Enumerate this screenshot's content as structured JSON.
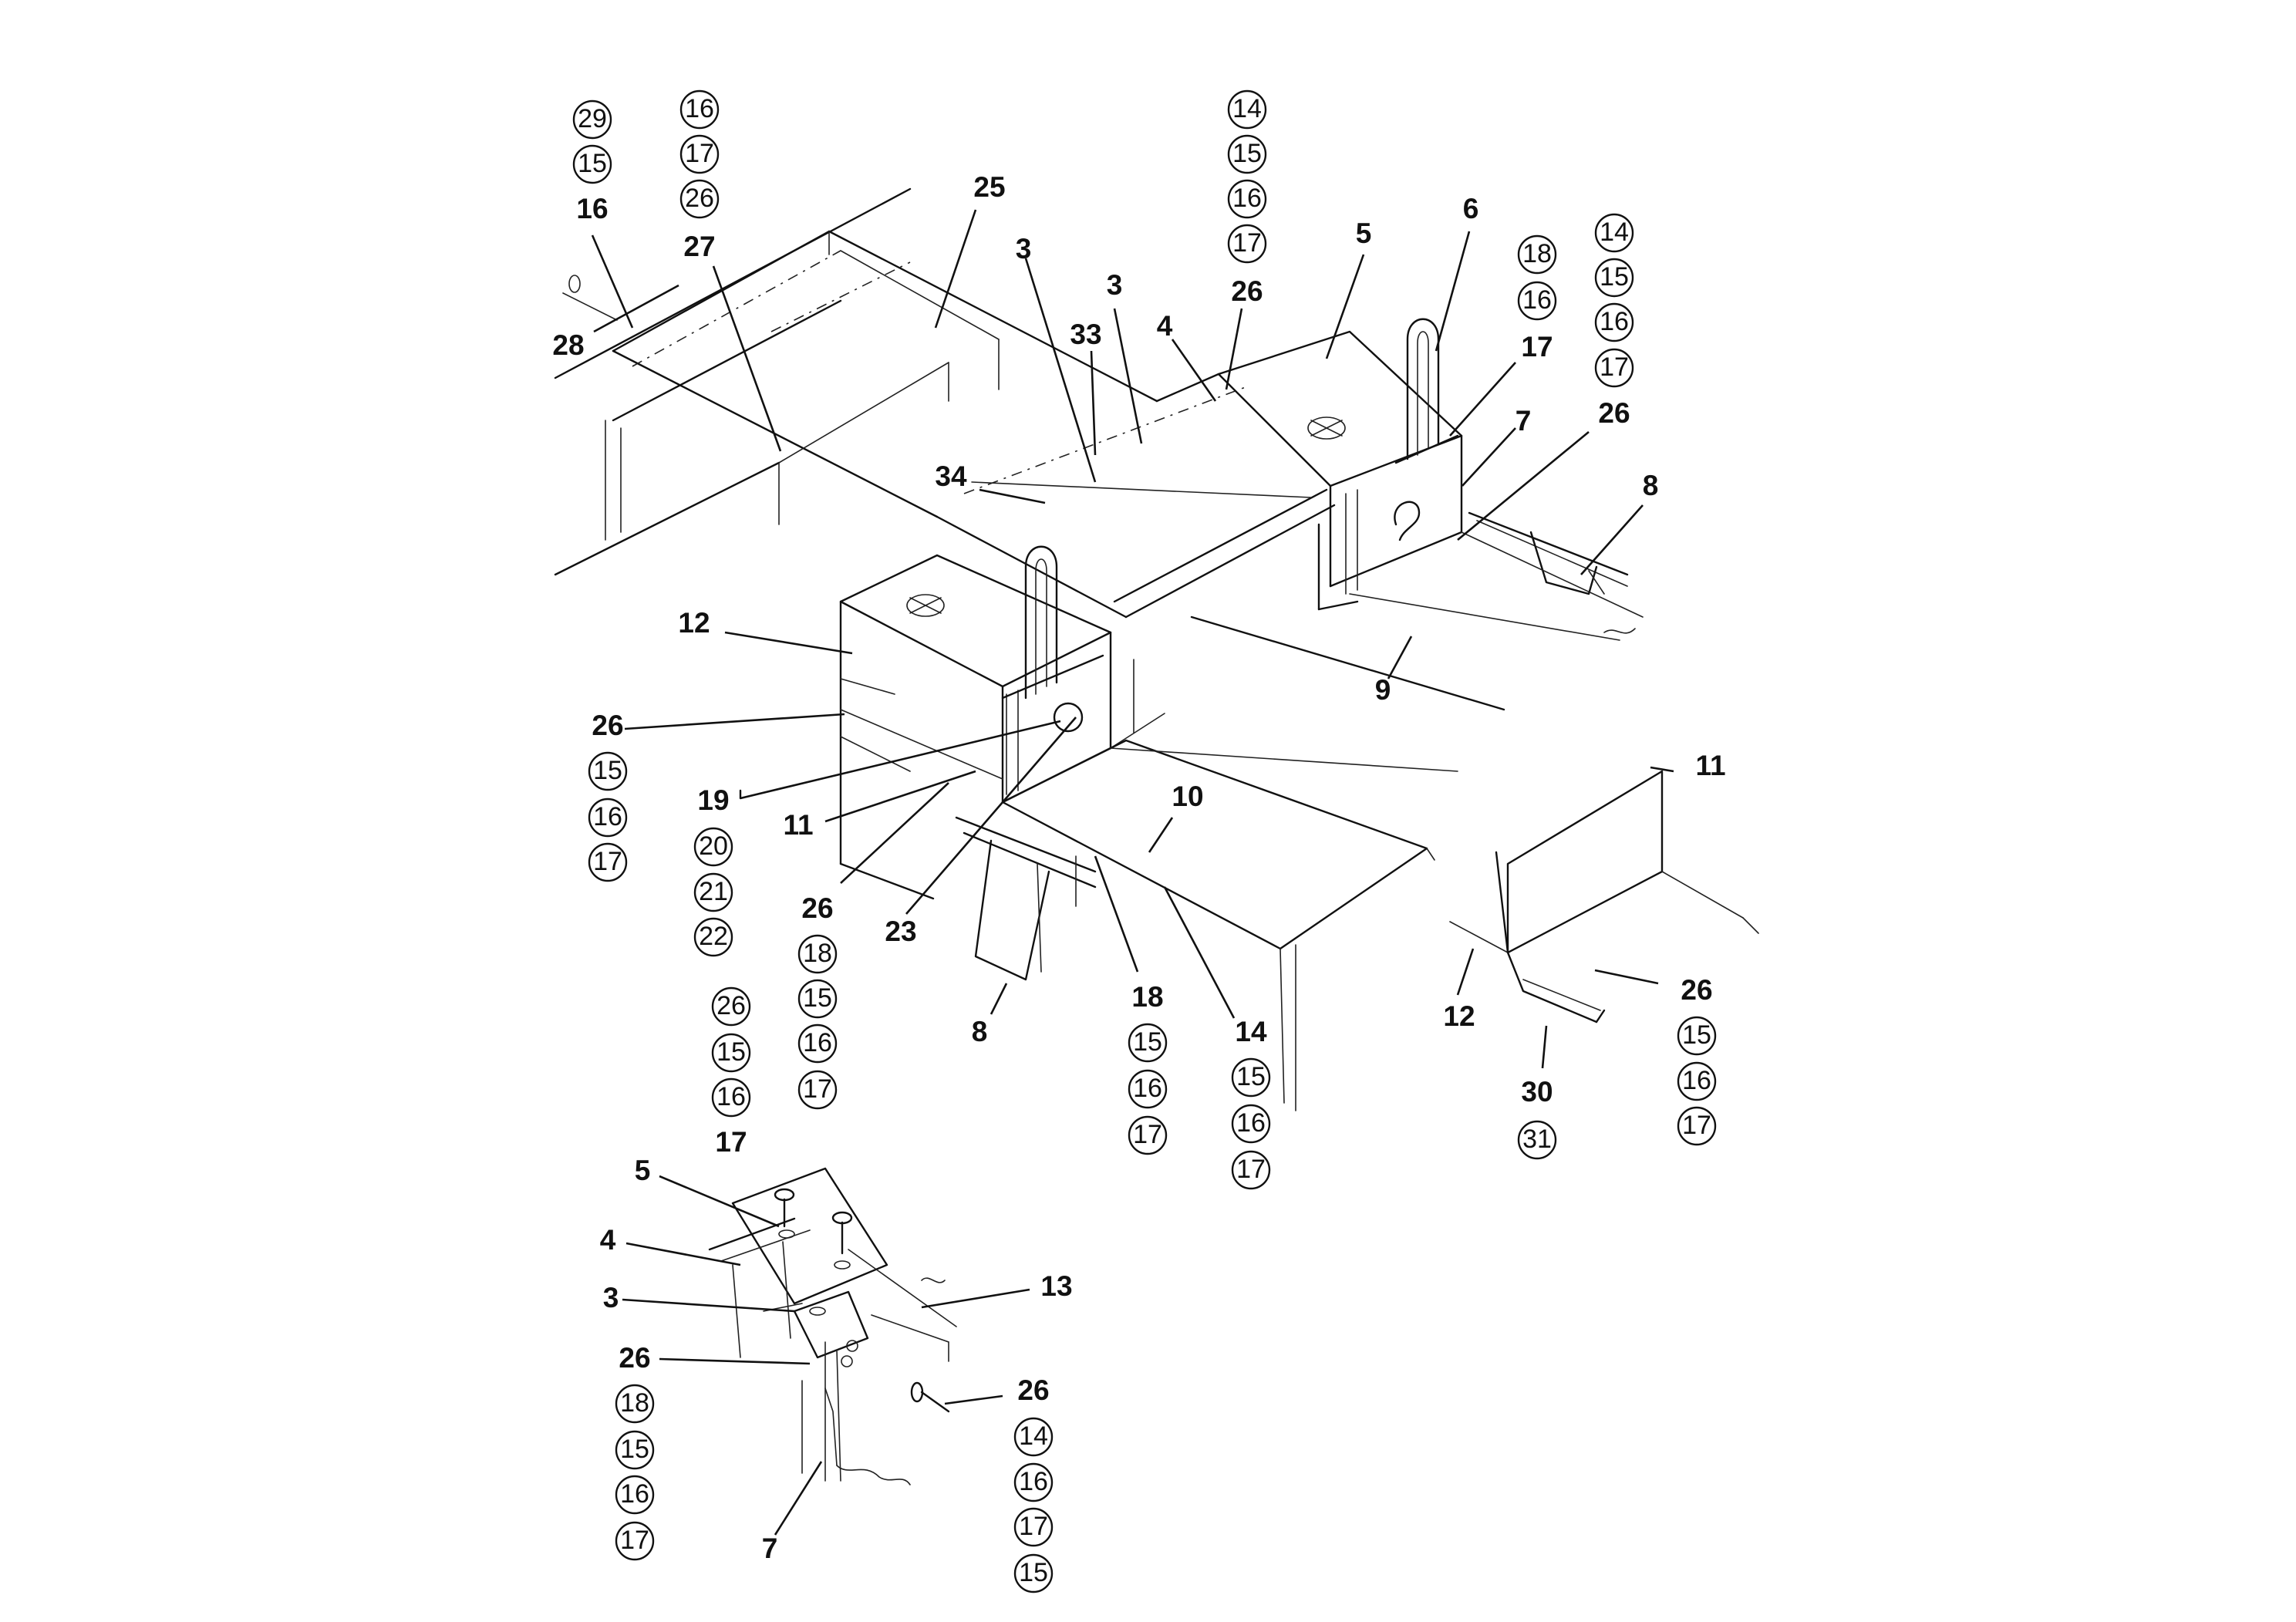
{
  "callouts": [
    {
      "label": "16",
      "circled": [
        "29",
        "15"
      ]
    },
    {
      "label": "27",
      "circled": [
        "16",
        "17",
        "26"
      ]
    },
    {
      "label": "28",
      "circled": []
    },
    {
      "label": "25",
      "circled": []
    },
    {
      "label": "3",
      "circled": []
    },
    {
      "label": "3",
      "circled": []
    },
    {
      "label": "33",
      "circled": []
    },
    {
      "label": "4",
      "circled": []
    },
    {
      "label": "26",
      "circled": [
        "14",
        "15",
        "16",
        "17"
      ]
    },
    {
      "label": "5",
      "circled": []
    },
    {
      "label": "6",
      "circled": []
    },
    {
      "label": "17",
      "circled": [
        "18",
        "16"
      ]
    },
    {
      "label": "7",
      "circled": []
    },
    {
      "label": "26",
      "circled": [
        "14",
        "15",
        "16",
        "17"
      ]
    },
    {
      "label": "8",
      "circled": []
    },
    {
      "label": "34",
      "circled": []
    },
    {
      "label": "12",
      "circled": []
    },
    {
      "label": "9",
      "circled": []
    },
    {
      "label": "26",
      "circled": [
        "15",
        "16",
        "17"
      ]
    },
    {
      "label": "19",
      "circled": [
        "20",
        "21",
        "22"
      ]
    },
    {
      "label": "11",
      "circled": []
    },
    {
      "label": "10",
      "circled": []
    },
    {
      "label": "11",
      "circled": []
    },
    {
      "label": "26",
      "circled": [
        "18",
        "15",
        "16",
        "17"
      ]
    },
    {
      "label": "23",
      "circled": []
    },
    {
      "label": "17",
      "circled": [
        "26",
        "15",
        "16"
      ]
    },
    {
      "label": "8",
      "circled": []
    },
    {
      "label": "18",
      "circled": [
        "15",
        "16",
        "17"
      ]
    },
    {
      "label": "14",
      "circled": [
        "15",
        "16",
        "17"
      ]
    },
    {
      "label": "12",
      "circled": []
    },
    {
      "label": "26",
      "circled": [
        "15",
        "16",
        "17"
      ]
    },
    {
      "label": "30",
      "circled": [
        "31"
      ]
    },
    {
      "label": "5",
      "circled": []
    },
    {
      "label": "4",
      "circled": []
    },
    {
      "label": "13",
      "circled": []
    },
    {
      "label": "3",
      "circled": []
    },
    {
      "label": "26",
      "circled": [
        "18",
        "15",
        "16",
        "17"
      ]
    },
    {
      "label": "26",
      "circled": [
        "14",
        "16",
        "17",
        "15"
      ]
    },
    {
      "label": "7",
      "circled": []
    }
  ]
}
